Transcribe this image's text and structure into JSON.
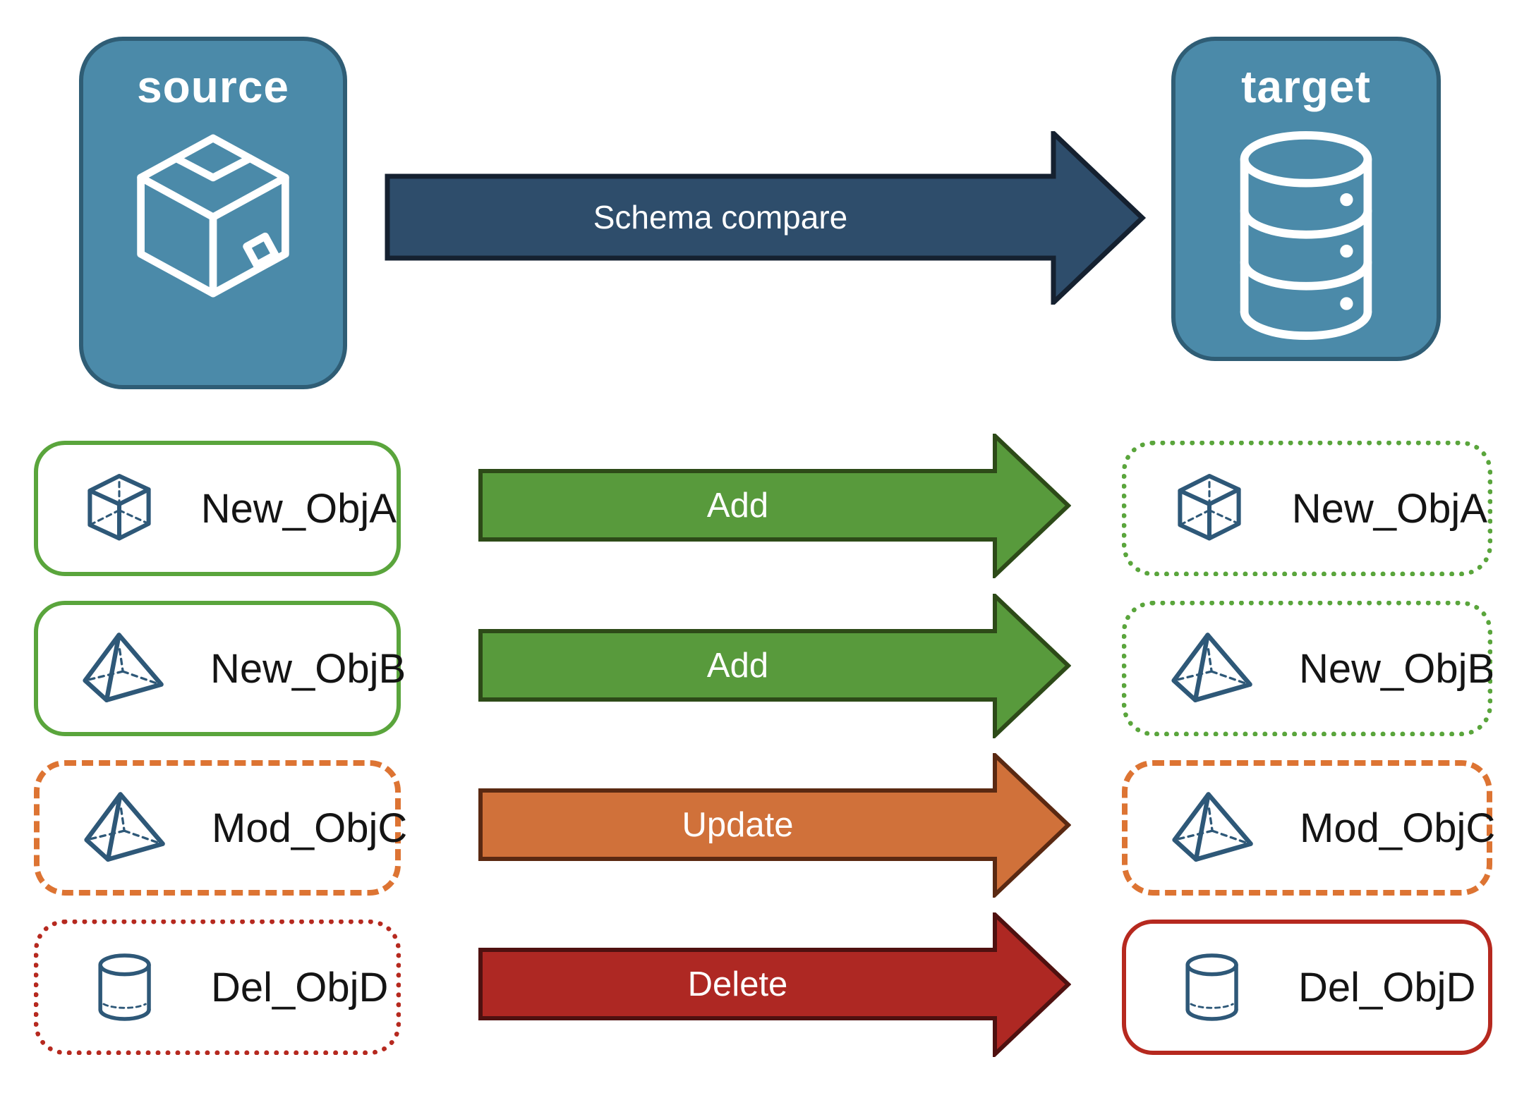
{
  "diagram": {
    "node": {
      "fill": "#4b8aa9",
      "border": "#2f5d75"
    },
    "source": {
      "label": "source",
      "icon": "package-icon"
    },
    "target": {
      "label": "target",
      "icon": "database-icon"
    },
    "main_arrow": {
      "label": "Schema compare",
      "fill": "#2e4d6b",
      "stroke": "#152130"
    },
    "icon_color": "#2e5878",
    "label_color": "#141414",
    "rows": [
      {
        "source_label": "New_ObjA",
        "target_label": "New_ObjA",
        "icon": "cube-icon",
        "action": "Add",
        "arrow_fill": "#589a3c",
        "arrow_stroke": "#2d4a18",
        "source_box": {
          "border_color": "#5aa53c",
          "border_style": "solid"
        },
        "target_box": {
          "border_color": "#5aa53c",
          "border_style": "dotted"
        }
      },
      {
        "source_label": "New_ObjB",
        "target_label": "New_ObjB",
        "icon": "pyramid-icon",
        "action": "Add",
        "arrow_fill": "#589a3c",
        "arrow_stroke": "#2d4a18",
        "source_box": {
          "border_color": "#5aa53c",
          "border_style": "solid"
        },
        "target_box": {
          "border_color": "#5aa53c",
          "border_style": "dotted"
        }
      },
      {
        "source_label": "Mod_ObjC",
        "target_label": "Mod_ObjC",
        "icon": "pyramid-icon",
        "action": "Update",
        "arrow_fill": "#d0713a",
        "arrow_stroke": "#5a2912",
        "source_box": {
          "border_color": "#dd7433",
          "border_style": "dashed"
        },
        "target_box": {
          "border_color": "#dd7433",
          "border_style": "dashed"
        }
      },
      {
        "source_label": "Del_ObjD",
        "target_label": "Del_ObjD",
        "icon": "cylinder-icon",
        "action": "Delete",
        "arrow_fill": "#ae2823",
        "arrow_stroke": "#4f1110",
        "source_box": {
          "border_color": "#b6291f",
          "border_style": "dotted"
        },
        "target_box": {
          "border_color": "#b6291f",
          "border_style": "solid"
        }
      }
    ]
  }
}
